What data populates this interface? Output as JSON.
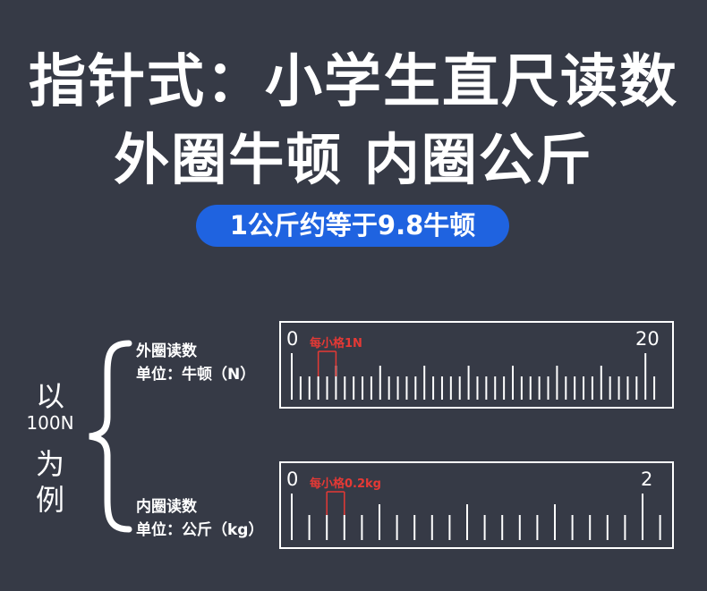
{
  "title_line1": "指针式：小学生直尺读数",
  "title_line2": "外圈牛顿 内圈公斤",
  "badge": "1公斤约等于9.8牛顿",
  "side": {
    "c1": "以",
    "c2": "100N",
    "c3": "为",
    "c4": "例"
  },
  "outer": {
    "label1": "外圈读数",
    "label2": "单位：牛顿（N）",
    "start": "0",
    "end": "20",
    "annotation": "每小格1N"
  },
  "inner": {
    "label1": "内圈读数",
    "label2": "单位：公斤（kg）",
    "start": "0",
    "end": "2",
    "annotation": "每小格0.2kg"
  },
  "colors": {
    "background": "#363a46",
    "badge": "#1f63e0",
    "highlight": "#e53935"
  }
}
